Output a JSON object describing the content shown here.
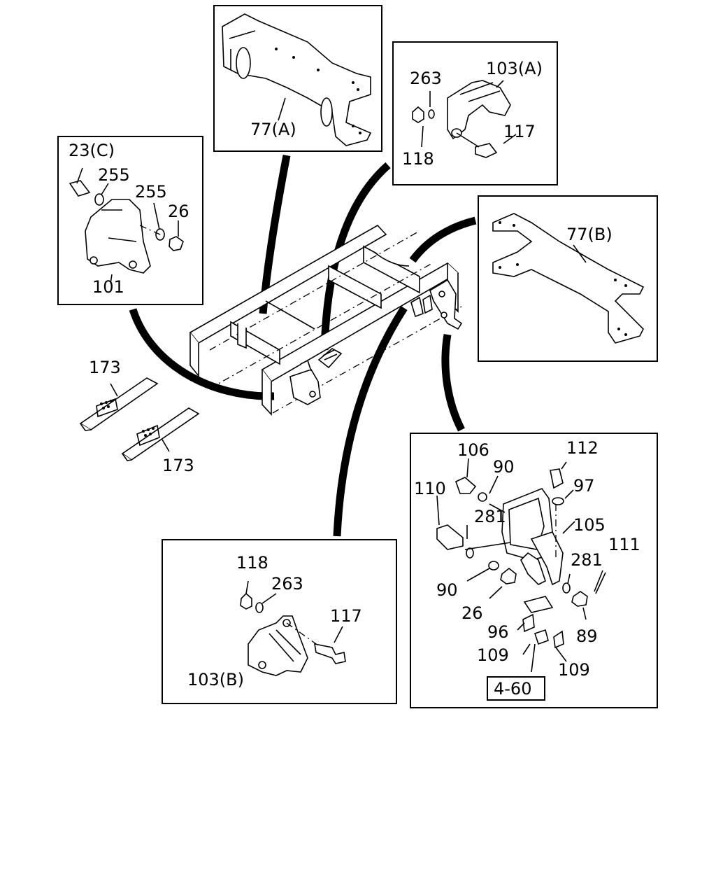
{
  "labels": {
    "l_77a": "77(A)",
    "l_263a": "263",
    "l_103a": "103(A)",
    "l_117a": "117",
    "l_118a": "118",
    "l_23c": "23(C)",
    "l_255a": "255",
    "l_255b": "255",
    "l_26a": "26",
    "l_101": "101",
    "l_77b": "77(B)",
    "l_173a": "173",
    "l_173b": "173",
    "l_106": "106",
    "l_90a": "90",
    "l_112": "112",
    "l_97": "97",
    "l_110": "110",
    "l_281a": "281",
    "l_105": "105",
    "l_111": "111",
    "l_281b": "281",
    "l_90b": "90",
    "l_26b": "26",
    "l_89": "89",
    "l_96": "96",
    "l_109a": "109",
    "l_109b": "109",
    "l_ref": "4-60",
    "l_118b": "118",
    "l_263b": "263",
    "l_117b": "117",
    "l_103b": "103(B)"
  }
}
